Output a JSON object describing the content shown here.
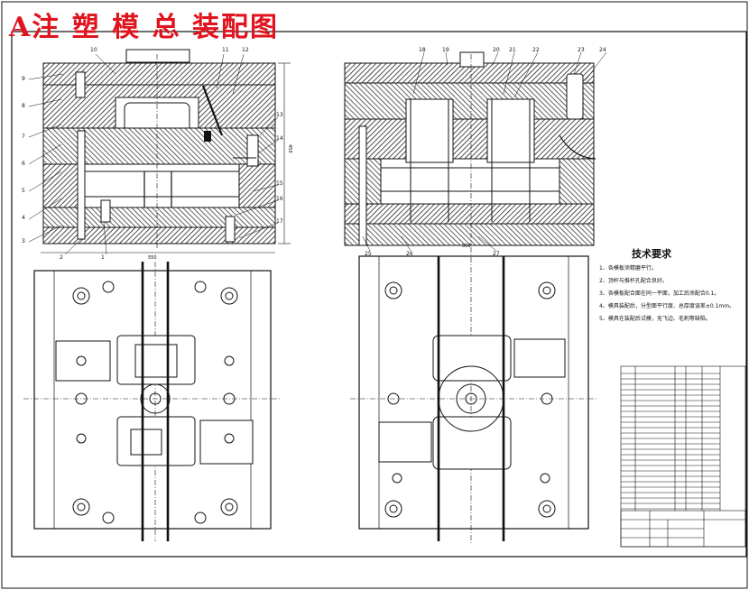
{
  "title": "A注 塑 模 总 装配图",
  "technical_requirements": {
    "heading": "技术要求",
    "items": [
      "1、各模板须精磨平行。",
      "2、顶杆与推杆孔配合良好。",
      "3、各模板配合面在同一平面，加工后须配合0.1。",
      "4、模具装配后，分型面平行度、总厚度误差±0.1mm。",
      "5、模具在装配后试模，无飞边、毛刺等缺陷。"
    ]
  },
  "part_numbers_left": [
    "9",
    "8",
    "7",
    "6",
    "5",
    "4",
    "3",
    "2",
    "1",
    "10",
    "11",
    "12",
    "13",
    "14",
    "15",
    "16",
    "17"
  ],
  "part_numbers_right": [
    "18",
    "19",
    "20",
    "21",
    "22",
    "23",
    "24",
    "25",
    "26",
    "27"
  ],
  "dimensions": {
    "width_main": "550",
    "width_right": "550",
    "height_left": "450"
  },
  "colors": {
    "line": "#1a1a1a",
    "hatch": "#222222",
    "title": "#e0141e",
    "highlight": "#e22020"
  }
}
